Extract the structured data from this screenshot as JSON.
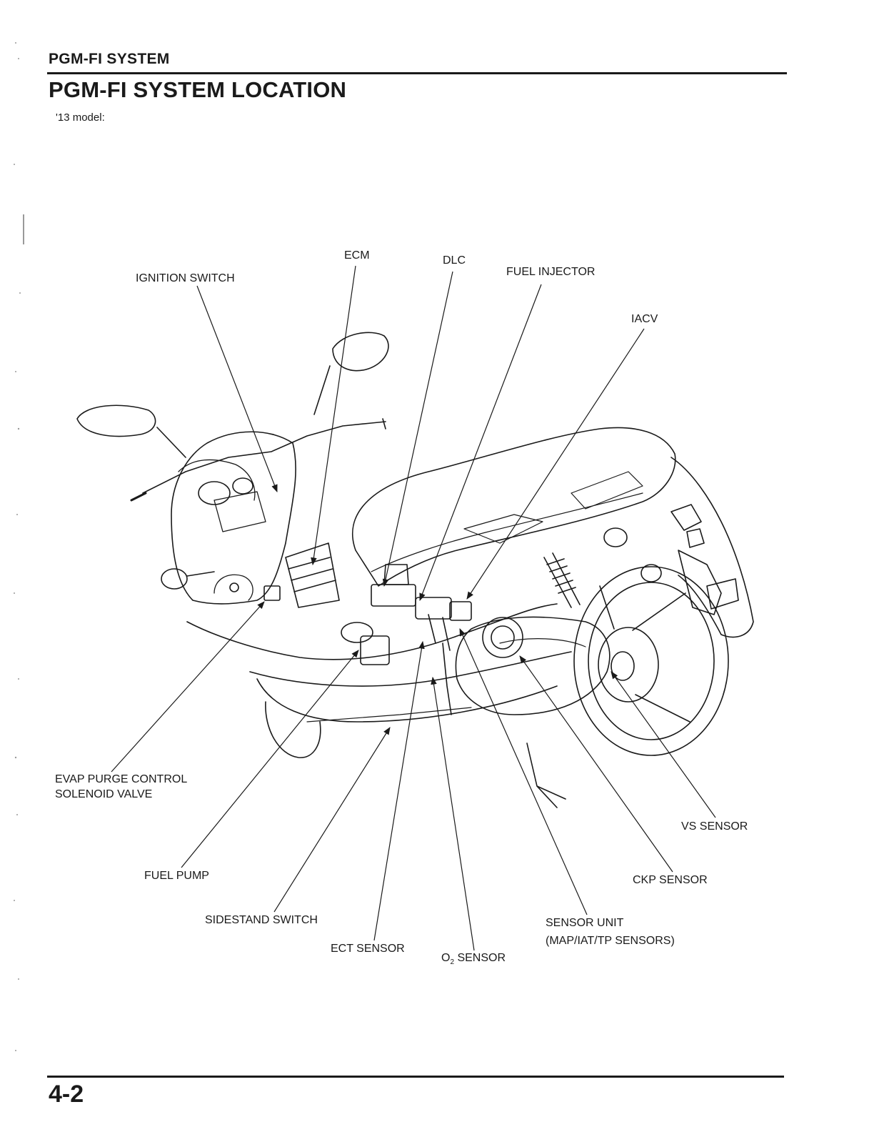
{
  "header": {
    "section": "PGM-FI SYSTEM",
    "title": "PGM-FI SYSTEM LOCATION",
    "model_note": "'13 model:"
  },
  "labels": {
    "ecm": "ECM",
    "dlc": "DLC",
    "fuel_injector": "FUEL INJECTOR",
    "ignition_switch": "IGNITION SWITCH",
    "iacv": "IACV",
    "evap_line1": "EVAP PURGE CONTROL",
    "evap_line2": "SOLENOID VALVE",
    "vs_sensor": "VS SENSOR",
    "fuel_pump": "FUEL PUMP",
    "ckp_sensor": "CKP SENSOR",
    "sidestand_switch": "SIDESTAND SWITCH",
    "sensor_unit_line1": "SENSOR UNIT",
    "sensor_unit_line2": "(MAP/IAT/TP SENSORS)",
    "ect_sensor": "ECT SENSOR",
    "o2_prefix": "O",
    "o2_subscript": "2",
    "o2_suffix": " SENSOR"
  },
  "footer": {
    "page_number": "4-2"
  }
}
